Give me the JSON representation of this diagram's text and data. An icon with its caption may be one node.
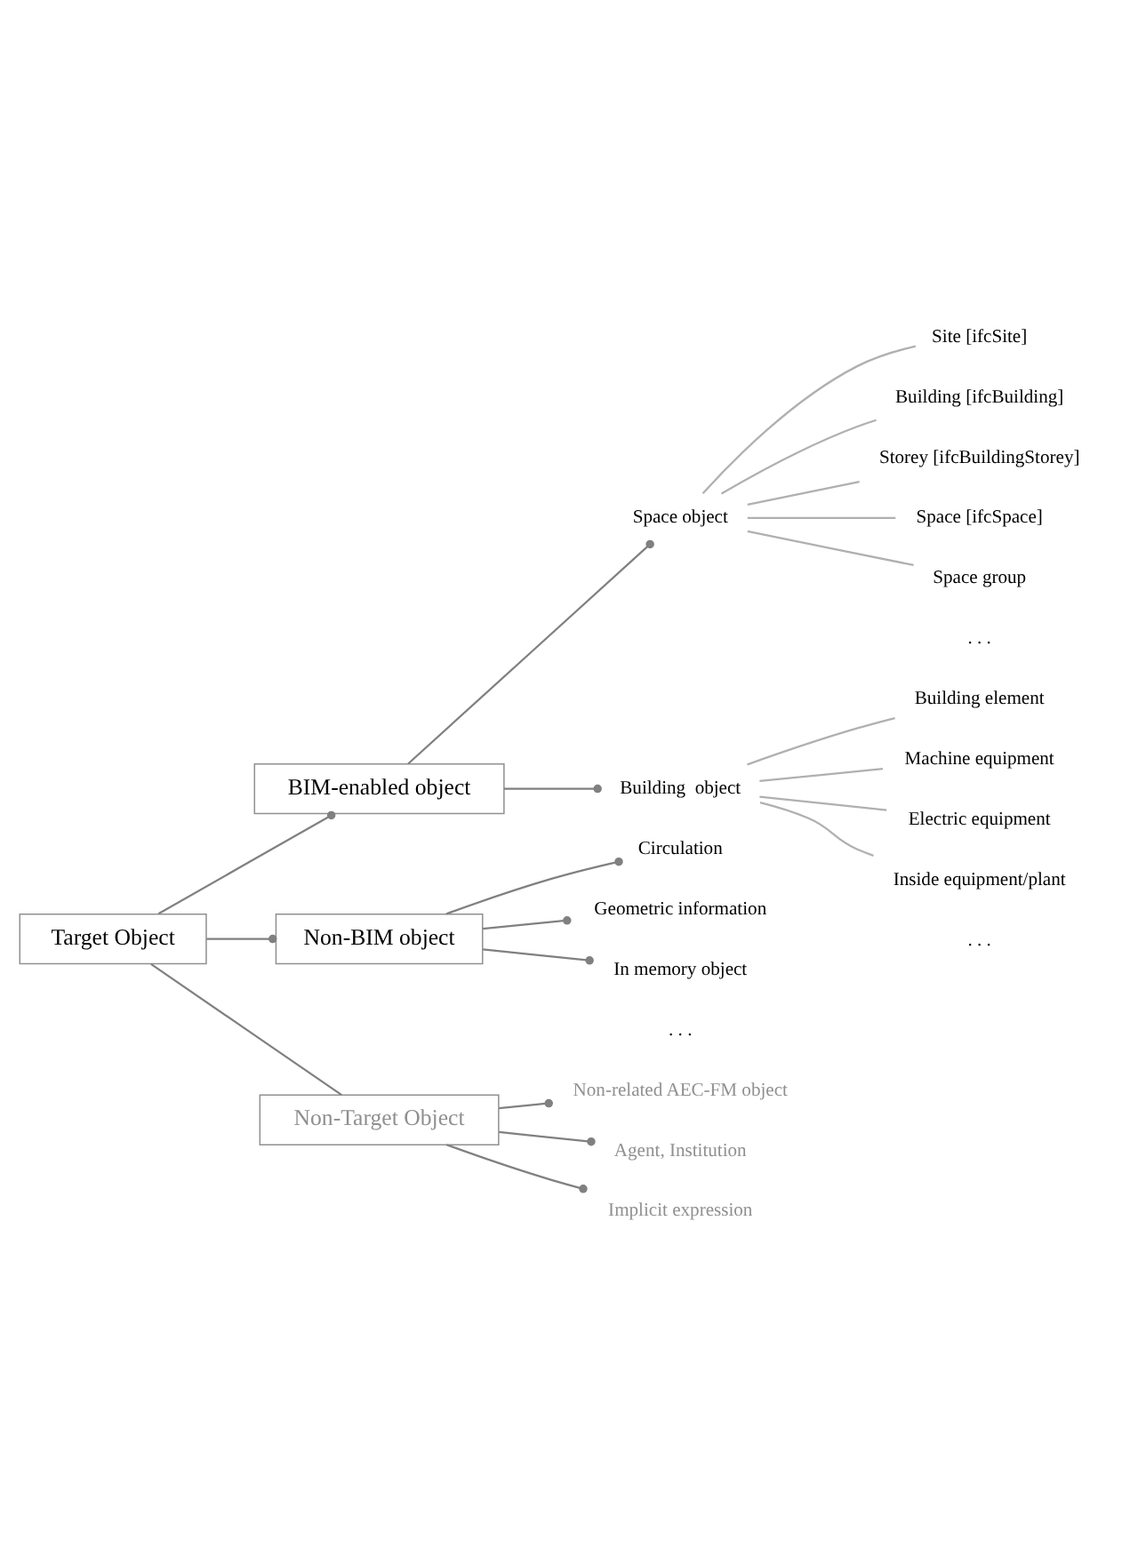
{
  "diagram": {
    "nodes": [
      {
        "text": [
          "Target Object"
        ]
      },
      {
        "text": [
          "BIM-enabled object"
        ]
      },
      {
        "text": [
          "Space object"
        ]
      },
      {
        "text": [
          "Site [ifcSite]"
        ]
      },
      {
        "text": [
          "Building [ifcBuilding]"
        ]
      },
      {
        "text": [
          "Storey [ifcBuildingStorey]"
        ]
      },
      {
        "text": [
          "Space [ifcSpace]"
        ]
      },
      {
        "text": [
          "Space group"
        ]
      },
      {
        "text": [
          "Building  object"
        ]
      },
      {
        "text": [
          "Building element"
        ]
      },
      {
        "text": [
          "Machine equipment"
        ]
      },
      {
        "text": [
          "Electric equipment"
        ]
      },
      {
        "text": [
          "Inside equipment/plant"
        ]
      },
      {
        "text": [
          "Non-BIM object"
        ]
      },
      {
        "text": [
          "Circulation"
        ]
      },
      {
        "text": [
          "Geometric information"
        ]
      },
      {
        "text": [
          "In memory object"
        ]
      },
      {
        "text": [
          "Non-Target Object"
        ]
      },
      {
        "text": [
          "Non-related AEC-FM object"
        ]
      },
      {
        "text": [
          "Agent, Institution"
        ]
      },
      {
        "text": [
          "Implicit expression"
        ]
      }
    ],
    "edges": [
      {
        "from": 0,
        "to": 1,
        "arrow": "other"
      },
      {
        "from": 1,
        "to": 2,
        "arrow": "other"
      },
      {
        "from": 2,
        "to": 3,
        "arrow": "none",
        "color": "#b0b0b0"
      },
      {
        "from": 2,
        "to": 4,
        "arrow": "none",
        "color": "#b0b0b0"
      },
      {
        "from": 2,
        "to": 5,
        "arrow": "none",
        "color": "#b0b0b0"
      },
      {
        "from": 2,
        "to": 6,
        "arrow": "none",
        "color": "#b0b0b0"
      },
      {
        "from": 2,
        "to": 7,
        "arrow": "none",
        "color": "#b0b0b0"
      },
      {
        "from": 1,
        "to": 8,
        "arrow": "other"
      },
      {
        "from": 8,
        "to": 9,
        "arrow": "none",
        "color": "#b0b0b0"
      },
      {
        "from": 8,
        "to": 10,
        "arrow": "none",
        "color": "#b0b0b0"
      },
      {
        "from": 8,
        "to": 11,
        "arrow": "none",
        "color": "#b0b0b0"
      },
      {
        "from": 8,
        "to": 12,
        "arrow": "none",
        "color": "#b0b0b0"
      },
      {
        "from": 0,
        "to": 13,
        "arrow": "other"
      },
      {
        "from": 13,
        "to": 14,
        "arrow": "other"
      },
      {
        "from": 13,
        "to": 15,
        "arrow": "other"
      },
      {
        "from": 13,
        "to": 16,
        "arrow": "other"
      },
      {
        "from": 0,
        "to": 17,
        "arrow": "none"
      },
      {
        "from": 17,
        "to": 18,
        "arrow": "other"
      },
      {
        "from": 17,
        "to": 19,
        "arrow": "other"
      },
      {
        "from": 17,
        "to": 20,
        "arrow": "other"
      }
    ],
    "labels": [
      ". . .",
      ". . .",
      ". . ."
    ]
  }
}
